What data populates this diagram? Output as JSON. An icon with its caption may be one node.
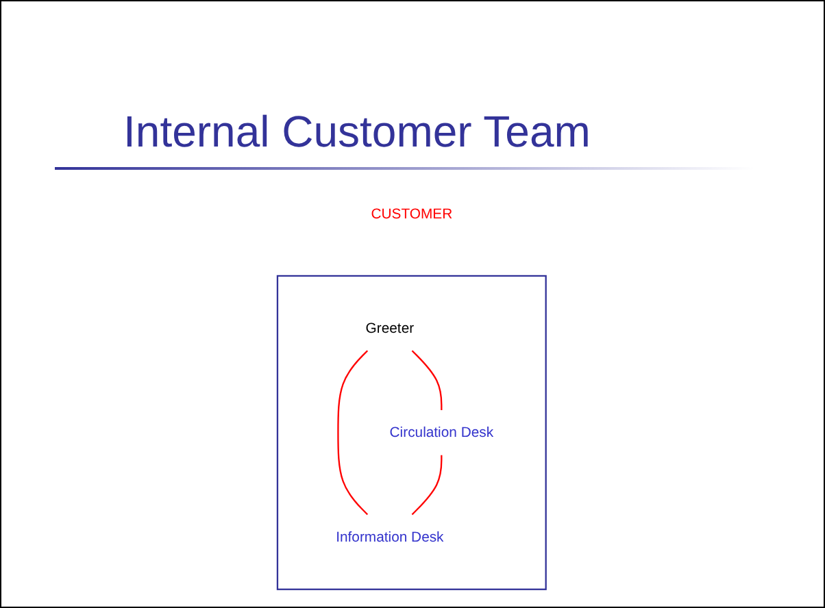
{
  "diagram": {
    "title": "Internal Customer Team",
    "nodes": [
      {
        "text": [
          "CUSTOMER"
        ]
      },
      {
        "text": [],
        "shape": "arrow"
      },
      {
        "text": [
          "Greeter"
        ],
        "in": 1
      },
      {
        "text": [
          "Circulation Desk"
        ],
        "in": 1
      },
      {
        "text": [
          "Information Desk"
        ],
        "in": 1
      }
    ],
    "edges": [
      {
        "from": 2,
        "to": 3,
        "arrow": "none"
      },
      {
        "from": 2,
        "to": 4,
        "arrow": "none"
      },
      {
        "from": 3,
        "to": 4,
        "arrow": "none"
      }
    ]
  }
}
